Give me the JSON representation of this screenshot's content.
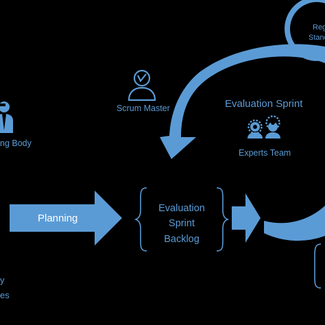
{
  "roles": {
    "scrum_master": "Scrum Master",
    "steering_body": "ng Body",
    "experts_team": "Experts Team"
  },
  "sprint": {
    "title": "Evaluation Sprint"
  },
  "planning": {
    "label": "Planning"
  },
  "backlog": {
    "line1": "Evaluation",
    "line2": "Sprint",
    "line3": "Backlog"
  },
  "edges": {
    "top_right_line1": "Reg",
    "top_right_line2": "Stand",
    "left_bottom_line1": "y",
    "left_bottom_line2": "es"
  },
  "colors": {
    "accent": "#5b9bd5",
    "background": "#000000",
    "text_on_arrow": "#ffffff"
  },
  "icons": [
    "scrum-master-icon",
    "steering-body-icon",
    "experts-team-icon"
  ]
}
